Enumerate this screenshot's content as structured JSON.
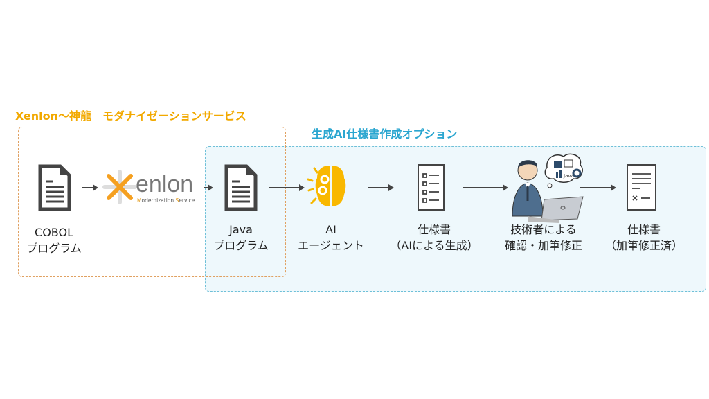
{
  "groups": {
    "modernization": {
      "title": "Xenlon～神龍　モダナイゼーションサービス",
      "color": "#f2a900"
    },
    "ai_option": {
      "title": "生成AI仕様書作成オプション",
      "color": "#2aa6d0"
    }
  },
  "logo": {
    "text": "enlon",
    "subtitle_m": "M",
    "subtitle_1": "odernization ",
    "subtitle_s": "S",
    "subtitle_2": "ervice"
  },
  "steps": [
    {
      "line1": "COBOL",
      "line2": "プログラム",
      "icon": "document-icon"
    },
    {
      "line1": "Java",
      "line2": "プログラム",
      "icon": "document-icon"
    },
    {
      "line1": "AI",
      "line2": "エージェント",
      "icon": "brain-icon"
    },
    {
      "line1": "仕様書",
      "line2": "（AIによる生成）",
      "icon": "checklist-icon"
    },
    {
      "line1": "技術者による",
      "line2": "確認・加筆修正",
      "icon": "engineer-icon"
    },
    {
      "line1": "仕様書",
      "line2": "（加筆修正済）",
      "icon": "edited-document-icon"
    }
  ],
  "bubble": {
    "java": "Java"
  }
}
